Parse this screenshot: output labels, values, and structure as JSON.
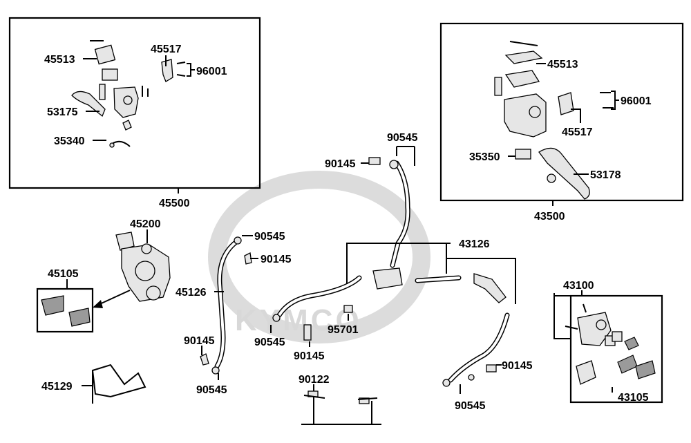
{
  "watermark": {
    "brand_text": "KYMCO"
  },
  "labels": {
    "l_45500": "45500",
    "l_45513a": "45513",
    "l_45517a": "45517",
    "l_96001a": "96001",
    "l_53175": "53175",
    "l_35340": "35340",
    "l_43500": "43500",
    "l_45513b": "45513",
    "l_96001b": "96001",
    "l_45517b": "45517",
    "l_35350": "35350",
    "l_53178": "53178",
    "l_45200": "45200",
    "l_45105": "45105",
    "l_45129": "45129",
    "l_90545a": "90545",
    "l_90145a": "90145",
    "l_45126": "45126",
    "l_90145b": "90145",
    "l_90545b": "90545",
    "l_90545c": "90545",
    "l_90145c": "90145",
    "l_43126": "43126",
    "l_90545d": "90545",
    "l_95701": "95701",
    "l_90145d": "90145",
    "l_90122": "90122",
    "l_90145e": "90145",
    "l_90545e": "90545",
    "l_43100": "43100",
    "l_43105": "43105"
  }
}
